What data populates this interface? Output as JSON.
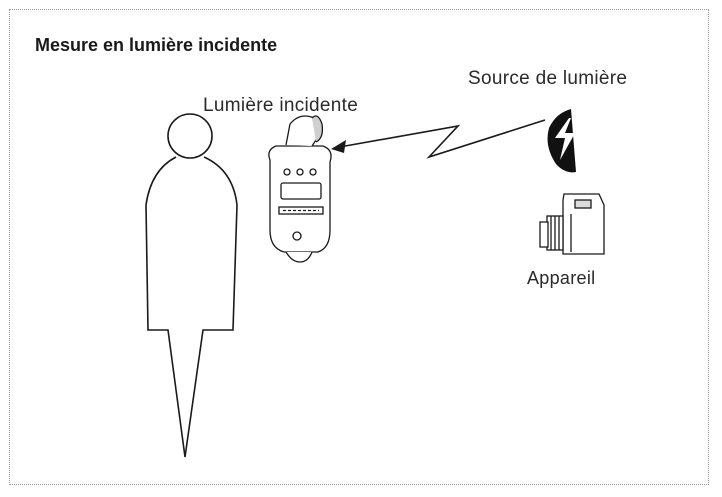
{
  "title": "Mesure en lumière incidente",
  "labels": {
    "incident_light": "Lumière incidente",
    "light_source": "Source de lumière",
    "camera": "Appareil"
  },
  "icons": {
    "person": "person-silhouette-icon",
    "meter": "light-meter-icon",
    "flash": "flash-source-icon",
    "camera": "camera-icon",
    "beam": "lightning-arrow-icon"
  },
  "colors": {
    "ink": "#1a1a1a",
    "frame": "#9a9a9a"
  }
}
